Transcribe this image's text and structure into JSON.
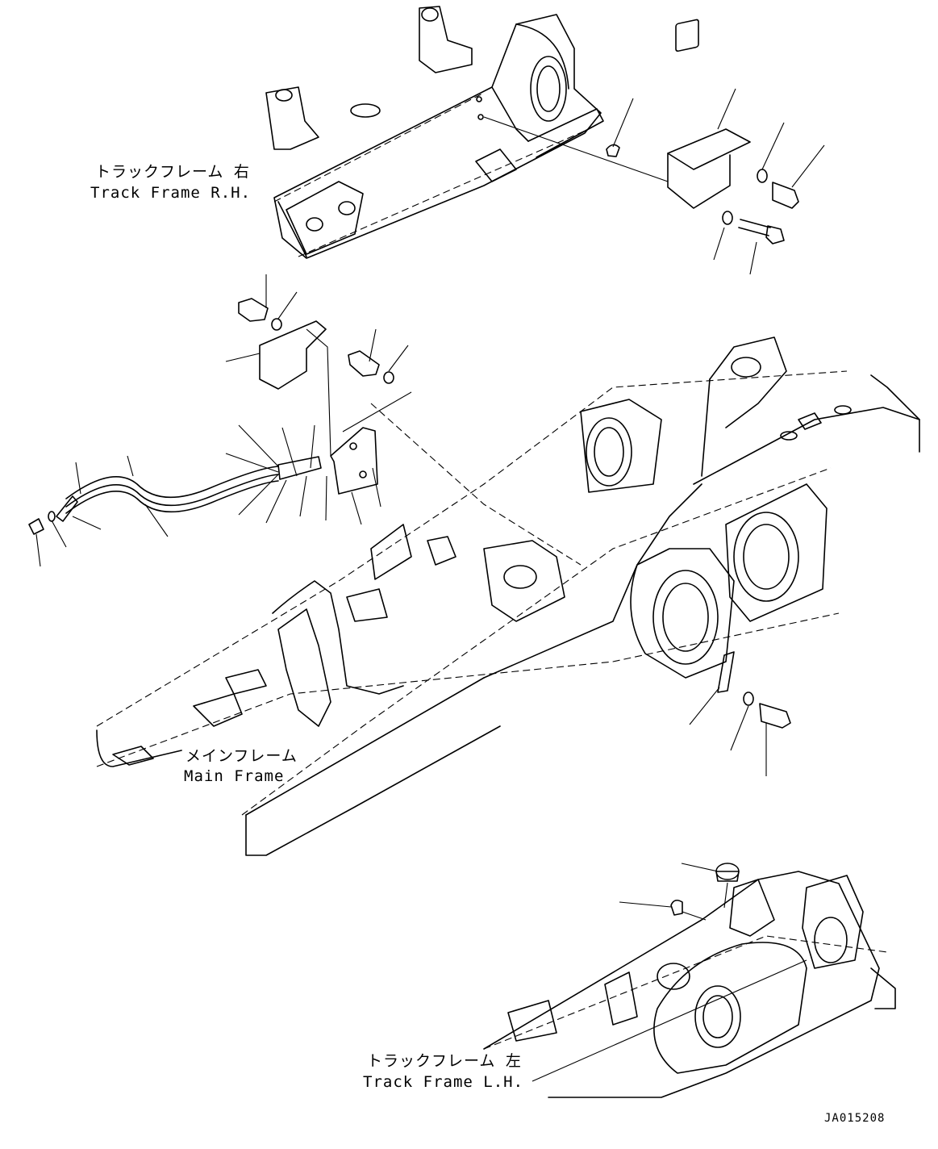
{
  "labels": {
    "track_frame_rh_jp": "トラックフレーム 右",
    "track_frame_rh_en": "Track Frame R.H.",
    "main_frame_jp": "メインフレーム",
    "main_frame_en": "Main Frame",
    "track_frame_lh_jp": "トラックフレーム 左",
    "track_frame_lh_en": "Track Frame L.H."
  },
  "drawing_code": "JA015208"
}
